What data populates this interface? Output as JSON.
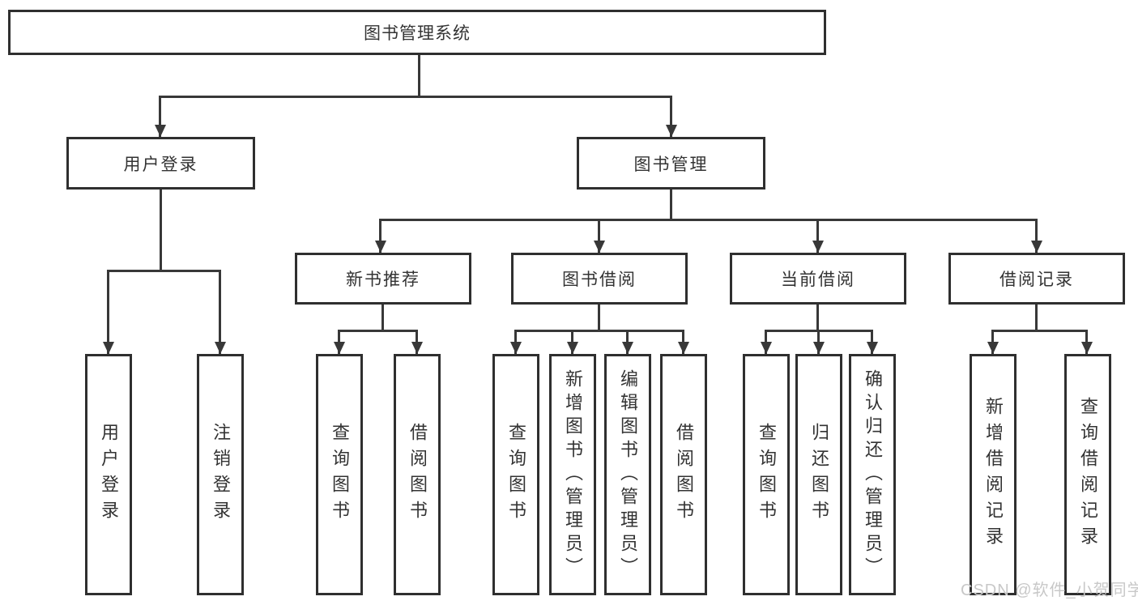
{
  "diagram": {
    "root": {
      "label": "图书管理系统"
    },
    "level2": [
      {
        "label": "用户登录"
      },
      {
        "label": "图书管理"
      }
    ],
    "level3": [
      {
        "label": "新书推荐"
      },
      {
        "label": "图书借阅"
      },
      {
        "label": "当前借阅"
      },
      {
        "label": "借阅记录"
      }
    ],
    "leaves": {
      "user_login": [
        "用户登录",
        "注销登录"
      ],
      "new_book": [
        "查询图书",
        "借阅图书"
      ],
      "book_borrow": [
        "查询图书",
        "新增图书（管理员）",
        "编辑图书（管理员）",
        "借阅图书"
      ],
      "current_borrow": [
        "查询图书",
        "归还图书",
        "确认归还（管理员）"
      ],
      "borrow_record": [
        "新增借阅记录",
        "查询借阅记录"
      ]
    }
  },
  "watermark": {
    "text": "CSDN @软件_小贺同学",
    "color": "#c8c8c8"
  },
  "colors": {
    "line": "#383838",
    "box_border": "#2f2f2f",
    "box_fill": "#ffffff",
    "text": "#333333",
    "background": "#ffffff"
  }
}
